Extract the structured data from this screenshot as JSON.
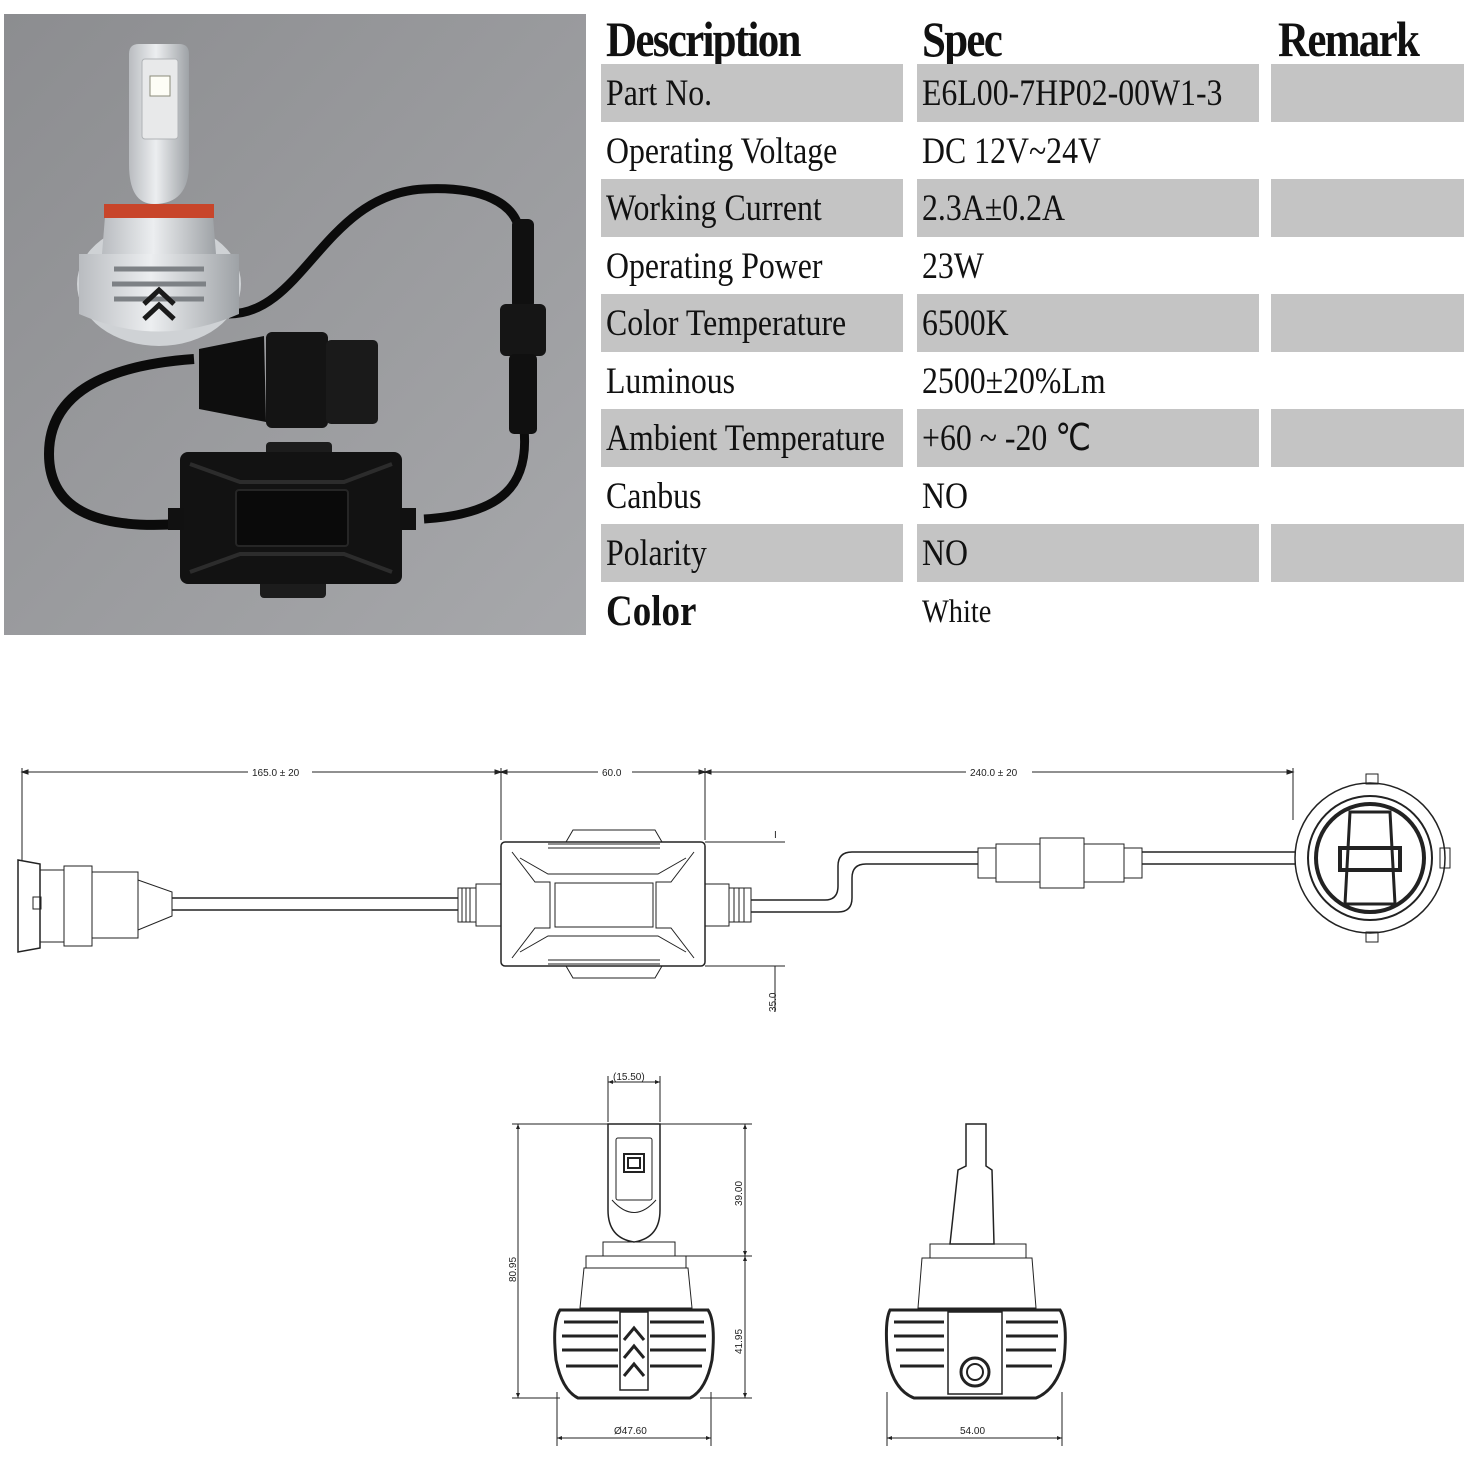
{
  "table": {
    "headers": {
      "description": "Description",
      "spec": "Spec",
      "remark": "Remark"
    },
    "rows": [
      {
        "description": "Part No.",
        "spec": "E6L00-7HP02-00W1-3",
        "remark": ""
      },
      {
        "description": "Operating Voltage",
        "spec": "DC 12V~24V",
        "remark": ""
      },
      {
        "description": "Working Current",
        "spec": "2.3A±0.2A",
        "remark": ""
      },
      {
        "description": "Operating Power",
        "spec": "23W",
        "remark": ""
      },
      {
        "description": "Color Temperature",
        "spec": "6500K",
        "remark": ""
      },
      {
        "description": "Luminous",
        "spec": "2500±20%Lm",
        "remark": ""
      },
      {
        "description": "Ambient Temperature",
        "spec": "+60 ~ -20 ℃",
        "remark": ""
      },
      {
        "description": "Canbus",
        "spec": "NO",
        "remark": ""
      },
      {
        "description": "Polarity",
        "spec": "NO",
        "remark": ""
      },
      {
        "description": "Color",
        "spec": "White",
        "remark": ""
      }
    ],
    "shade_color": "#c4c4c4"
  },
  "drawing": {
    "wiring_dims": {
      "cable_left": "165.0 ± 20",
      "driver_width": "60.0",
      "cable_right": "240.0 ± 20",
      "driver_height": "35.0",
      "marker": "I"
    },
    "bulb_dims": {
      "led_width": "(15.50)",
      "led_height": "39.00",
      "total_height": "80.95",
      "base_height": "41.95",
      "base_diameter": "Ø47.60",
      "side_width": "54.00"
    }
  }
}
